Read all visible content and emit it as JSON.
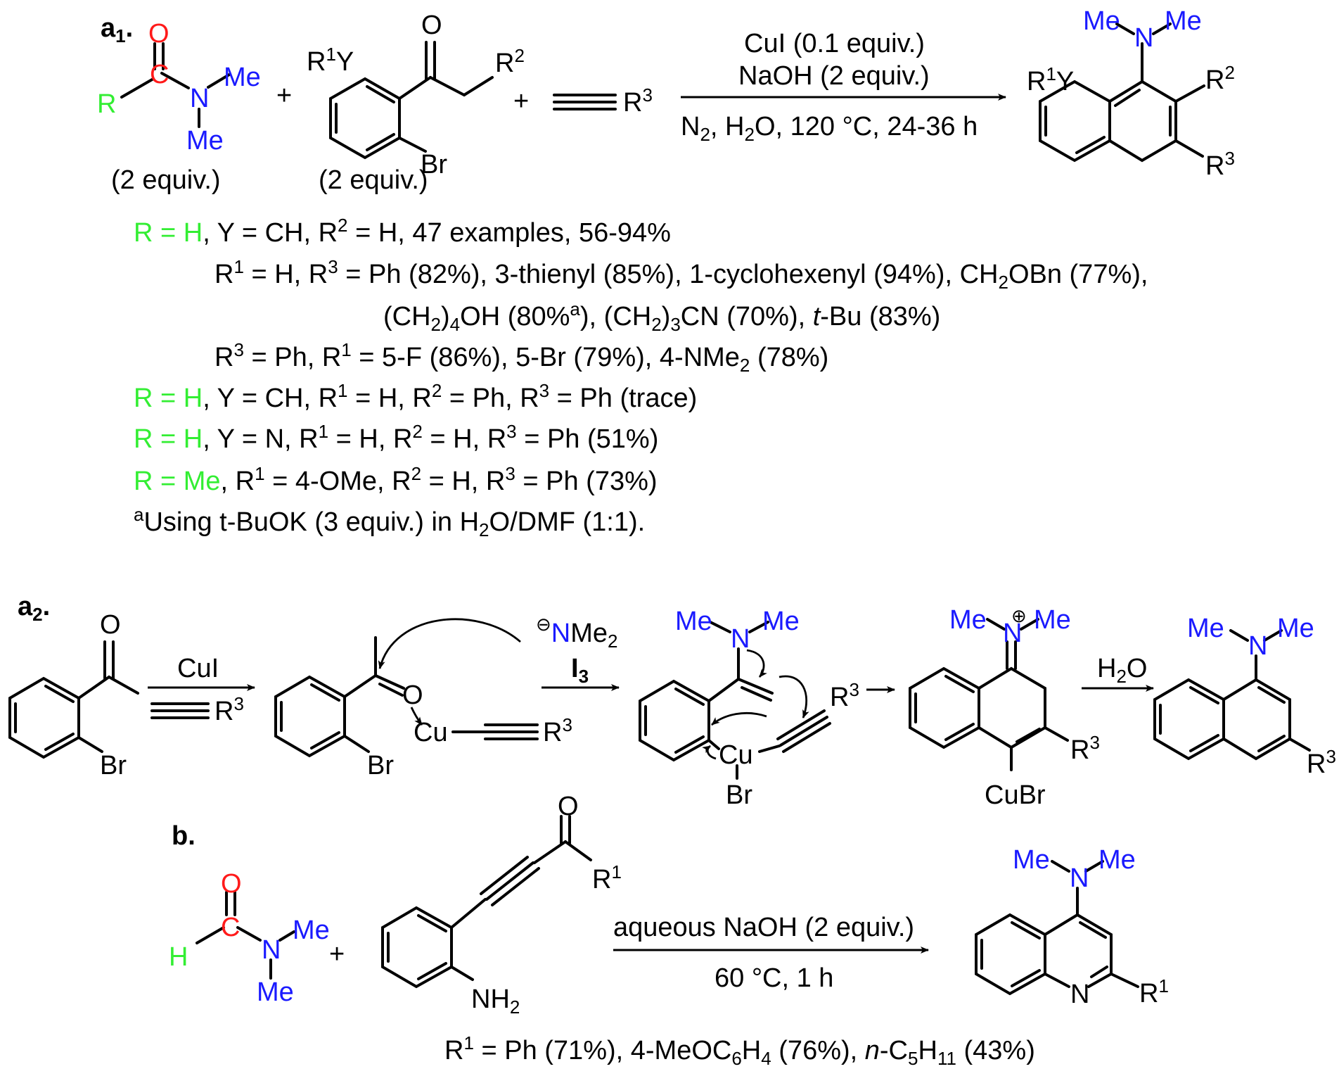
{
  "colors": {
    "R_green": "#33ee33",
    "O_red": "#ff1a1a",
    "N_blue": "#1a1aff",
    "black": "#000000"
  },
  "panel_labels": {
    "a1": "a",
    "a1_sub": "1",
    "a2": "a",
    "a2_sub": "2",
    "b": "b."
  },
  "atoms": {
    "O": "O",
    "C": "C",
    "N": "N",
    "Me": "Me",
    "R": "R",
    "H": "H",
    "R1": "R",
    "R2": "R",
    "R3": "R",
    "sup1": "1",
    "sup2": "2",
    "sup3": "3",
    "Y": "Y",
    "Br": "Br",
    "Cu": "Cu",
    "CuBr": "CuBr",
    "NH2": "NH",
    "sub2": "2",
    "plus": "+",
    "oplus": "⊕",
    "ominus": "⊖",
    "NMe2": "NMe",
    "I3": "I",
    "I3_sub": "3"
  },
  "equiv": {
    "amide": "(2 equiv.)",
    "ketone": "(2 equiv.)"
  },
  "conditions": {
    "a1_top1": "CuI (0.1 equiv.)",
    "a1_top2": "NaOH (2 equiv.)",
    "a1_bottom_N": "N",
    "a1_bottom_H": "H",
    "a1_bottom_O": "O, 120 °C, 24-36 h",
    "a2_cui": "CuI",
    "a2_h2o": "H",
    "a2_h2o_o": "O",
    "b_top": "aqueous NaOH (2 equiv.)",
    "b_bottom": "60 °C, 1 h"
  },
  "scope_a1": {
    "line1_R": "R = H",
    "line1_rest": ", Y = CH, R",
    "line1_rest2": " = H, 47 examples, 56-94%",
    "line2_a": "R",
    "line2_b": " = H, R",
    "line2_c": " = Ph (82%), 3-thienyl (85%), 1-cyclohexenyl (94%), CH",
    "line2_d": "OBn (77%),",
    "line3_a": "(CH",
    "line3_b": ")",
    "line3_c": "OH (80%",
    "line3_sup": "a",
    "line3_d": "), (CH",
    "line3_e": ")",
    "line3_f": "CN (70%), ",
    "line3_g": "t",
    "line3_h": "-Bu (83%)",
    "line4_a": "R",
    "line4_b": " = Ph, R",
    "line4_c": " = 5-F (86%), 5-Br (79%), 4-NMe",
    "line4_d": " (78%)",
    "line5_R": "R = H",
    "line5_a": ", Y = CH, R",
    "line5_b": " = H, R",
    "line5_c": " = Ph, R",
    "line5_d": " = Ph (trace)",
    "line6_R": "R = H",
    "line6_a": ", Y = N, R",
    "line6_b": " = H, R",
    "line6_c": " = H, R",
    "line6_d": " = Ph (51%)",
    "line7_R": "R = Me",
    "line7_a": ", R",
    "line7_b": " = 4-OMe, R",
    "line7_c": " = H, R",
    "line7_d": " = Ph (73%)",
    "foot_sup": "a",
    "foot_a": "Using t-BuOK (3 equiv.) in H",
    "foot_b": "O/DMF (1:1)."
  },
  "scope_b": {
    "a": "R",
    "b": " = Ph (71%), 4-MeOC",
    "c": "H",
    "d": " (76%), ",
    "e": "n",
    "f": "-C",
    "g": "H",
    "h": " (43%)",
    "sub6": "6",
    "sub4": "4",
    "sub5": "5",
    "sub11": "11"
  }
}
